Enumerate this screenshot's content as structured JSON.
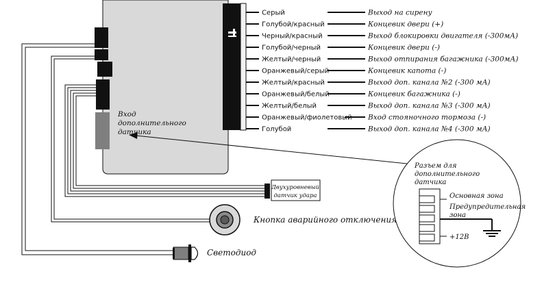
{
  "wires": [
    {
      "color": "Серый",
      "function": "Выход на сирену"
    },
    {
      "color": "Голубой/красный",
      "function": "Концевик двери (+)"
    },
    {
      "color": "Черный/красный",
      "function": "Выход блокировки двигателя (-300мА)"
    },
    {
      "color": "Голубой/черный",
      "function": "Концевик двери (-)"
    },
    {
      "color": "Желтый/черный",
      "function": "Выход отпирания багажника (-300мА)"
    },
    {
      "color": "Оранжевый/серый",
      "function": "Концевик капота (-)"
    },
    {
      "color": "Желтый/красный",
      "function": "Выход доп. канала №2 (-300 мА)"
    },
    {
      "color": "Оранжевый/белый",
      "function": "Концевик багажника (-)"
    },
    {
      "color": "Желтый/белый",
      "function": "Выход доп. канала №3 (-300 мА)"
    },
    {
      "color": "Оранжевый/фиолетовый",
      "function": "Вход стояночного тормоза (-)"
    },
    {
      "color": "Голубой",
      "function": "Выход доп. канала №4 (-300 мА)"
    }
  ],
  "aux_input_label": [
    "Вход",
    "дополнительного",
    "датчика"
  ],
  "shock_sensor_label": [
    "Двухуровневый",
    "датчик удара"
  ],
  "panic_button_label": "Кнопка аварийного отключения",
  "led_label": "Светодиод",
  "connector_detail": {
    "title": [
      "Разъем для",
      "дополнительного",
      "датчика"
    ],
    "main_zone": "Основная зона",
    "warning_zone": [
      "Предупредительная",
      "зона"
    ],
    "power": "+12В"
  }
}
